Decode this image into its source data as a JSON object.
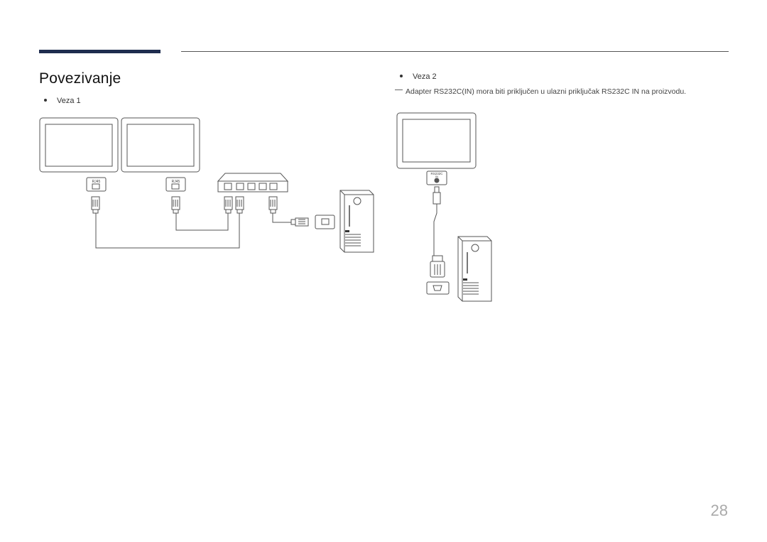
{
  "page": {
    "title": "Povezivanje",
    "page_number": "28"
  },
  "sections": {
    "veza1": {
      "label": "Veza 1"
    },
    "veza2": {
      "label": "Veza 2",
      "note": "Adapter RS232C(IN) mora biti priključen u ulazni priključak RS232C IN na proizvodu."
    }
  },
  "diagram": {
    "port_rj45_label": "RJ45",
    "port_rs232c_label": "RS232C",
    "port_rs232c_sub": "IN"
  },
  "colors": {
    "accent": "#1f2d4f",
    "line": "#555555"
  }
}
